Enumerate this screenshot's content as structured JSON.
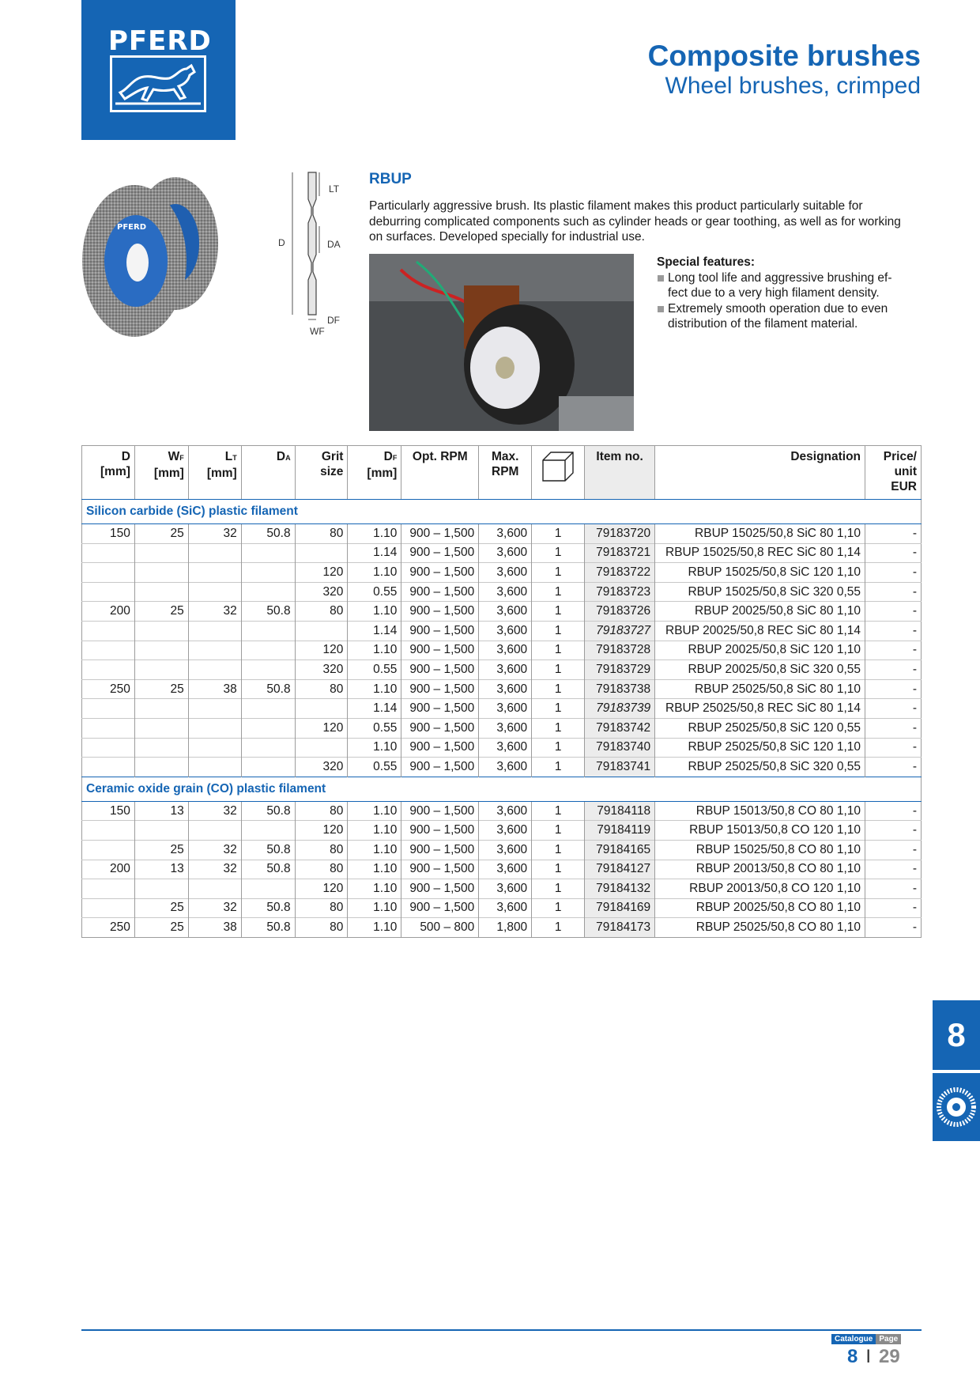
{
  "brand": {
    "logo_text": "PFERD"
  },
  "header": {
    "title": "Composite brushes",
    "subtitle": "Wheel brushes, crimped"
  },
  "diagram": {
    "labels": {
      "lt": "LT",
      "d": "D",
      "da": "DA",
      "df": "DF",
      "wf": "WF"
    }
  },
  "product": {
    "code": "RBUP",
    "description": "Particularly aggressive brush. Its plastic filament makes this product particularly suitable for deburring complicated components such as cylinder heads or gear toothing, as well as for working on surfaces. Developed specially for industrial use.",
    "features_title": "Special features:",
    "features": [
      "Long tool life and aggressive brushing ef-\nfect due to a very high filament density.",
      "Extremely smooth operation due to even\ndistribution of the filament material."
    ]
  },
  "table": {
    "headers": {
      "d": "D",
      "d_unit": "[mm]",
      "wf": "W",
      "wf_sub": "F",
      "wf_unit": "[mm]",
      "lt": "L",
      "lt_sub": "T",
      "lt_unit": "[mm]",
      "da": "D",
      "da_sub": "A",
      "grit": "Grit",
      "grit2": "size",
      "df": "D",
      "df_sub": "F",
      "df_unit": "[mm]",
      "opt_rpm": "Opt. RPM",
      "max": "Max.",
      "max2": "RPM",
      "item": "Item no.",
      "designation": "Designation",
      "price": "Price/",
      "price2": "unit",
      "price3": "EUR"
    },
    "sections": [
      {
        "title": "Silicon carbide (SiC) plastic filament",
        "rows": [
          {
            "d": "150",
            "wf": "25",
            "lt": "32",
            "da": "50.8",
            "grit": "80",
            "df": "1.10",
            "opt": "900 – 1,500",
            "max": "3,600",
            "pack": "1",
            "item": "79183720",
            "des": "RBUP 15025/50,8 SiC 80 1,10",
            "price": "-",
            "italic": false
          },
          {
            "d": "",
            "wf": "",
            "lt": "",
            "da": "",
            "grit": "",
            "df": "1.14",
            "opt": "900 – 1,500",
            "max": "3,600",
            "pack": "1",
            "item": "79183721",
            "des": "RBUP 15025/50,8 REC SiC 80 1,14",
            "price": "-",
            "italic": false
          },
          {
            "d": "",
            "wf": "",
            "lt": "",
            "da": "",
            "grit": "120",
            "df": "1.10",
            "opt": "900 – 1,500",
            "max": "3,600",
            "pack": "1",
            "item": "79183722",
            "des": "RBUP 15025/50,8 SiC 120 1,10",
            "price": "-",
            "italic": false
          },
          {
            "d": "",
            "wf": "",
            "lt": "",
            "da": "",
            "grit": "320",
            "df": "0.55",
            "opt": "900 – 1,500",
            "max": "3,600",
            "pack": "1",
            "item": "79183723",
            "des": "RBUP 15025/50,8 SiC 320 0,55",
            "price": "-",
            "italic": false
          },
          {
            "d": "200",
            "wf": "25",
            "lt": "32",
            "da": "50.8",
            "grit": "80",
            "df": "1.10",
            "opt": "900 – 1,500",
            "max": "3,600",
            "pack": "1",
            "item": "79183726",
            "des": "RBUP 20025/50,8 SiC 80 1,10",
            "price": "-",
            "italic": false
          },
          {
            "d": "",
            "wf": "",
            "lt": "",
            "da": "",
            "grit": "",
            "df": "1.14",
            "opt": "900 – 1,500",
            "max": "3,600",
            "pack": "1",
            "item": "79183727",
            "des": "RBUP 20025/50,8 REC SiC 80 1,14",
            "price": "-",
            "italic": true
          },
          {
            "d": "",
            "wf": "",
            "lt": "",
            "da": "",
            "grit": "120",
            "df": "1.10",
            "opt": "900 – 1,500",
            "max": "3,600",
            "pack": "1",
            "item": "79183728",
            "des": "RBUP 20025/50,8 SiC 120 1,10",
            "price": "-",
            "italic": false
          },
          {
            "d": "",
            "wf": "",
            "lt": "",
            "da": "",
            "grit": "320",
            "df": "0.55",
            "opt": "900 – 1,500",
            "max": "3,600",
            "pack": "1",
            "item": "79183729",
            "des": "RBUP 20025/50,8 SiC 320 0,55",
            "price": "-",
            "italic": false
          },
          {
            "d": "250",
            "wf": "25",
            "lt": "38",
            "da": "50.8",
            "grit": "80",
            "df": "1.10",
            "opt": "900 – 1,500",
            "max": "3,600",
            "pack": "1",
            "item": "79183738",
            "des": "RBUP 25025/50,8 SiC 80 1,10",
            "price": "-",
            "italic": false
          },
          {
            "d": "",
            "wf": "",
            "lt": "",
            "da": "",
            "grit": "",
            "df": "1.14",
            "opt": "900 – 1,500",
            "max": "3,600",
            "pack": "1",
            "item": "79183739",
            "des": "RBUP 25025/50,8 REC SiC 80 1,14",
            "price": "-",
            "italic": true
          },
          {
            "d": "",
            "wf": "",
            "lt": "",
            "da": "",
            "grit": "120",
            "df": "0.55",
            "opt": "900 – 1,500",
            "max": "3,600",
            "pack": "1",
            "item": "79183742",
            "des": "RBUP 25025/50,8 SiC 120 0,55",
            "price": "-",
            "italic": false
          },
          {
            "d": "",
            "wf": "",
            "lt": "",
            "da": "",
            "grit": "",
            "df": "1.10",
            "opt": "900 – 1,500",
            "max": "3,600",
            "pack": "1",
            "item": "79183740",
            "des": "RBUP 25025/50,8 SiC 120 1,10",
            "price": "-",
            "italic": false
          },
          {
            "d": "",
            "wf": "",
            "lt": "",
            "da": "",
            "grit": "320",
            "df": "0.55",
            "opt": "900 – 1,500",
            "max": "3,600",
            "pack": "1",
            "item": "79183741",
            "des": "RBUP 25025/50,8 SiC 320 0,55",
            "price": "-",
            "italic": false
          }
        ]
      },
      {
        "title": "Ceramic oxide grain (CO) plastic filament",
        "rows": [
          {
            "d": "150",
            "wf": "13",
            "lt": "32",
            "da": "50.8",
            "grit": "80",
            "df": "1.10",
            "opt": "900 – 1,500",
            "max": "3,600",
            "pack": "1",
            "item": "79184118",
            "des": "RBUP 15013/50,8 CO 80 1,10",
            "price": "-",
            "italic": false
          },
          {
            "d": "",
            "wf": "",
            "lt": "",
            "da": "",
            "grit": "120",
            "df": "1.10",
            "opt": "900 – 1,500",
            "max": "3,600",
            "pack": "1",
            "item": "79184119",
            "des": "RBUP 15013/50,8 CO 120 1,10",
            "price": "-",
            "italic": false
          },
          {
            "d": "",
            "wf": "25",
            "lt": "32",
            "da": "50.8",
            "grit": "80",
            "df": "1.10",
            "opt": "900 – 1,500",
            "max": "3,600",
            "pack": "1",
            "item": "79184165",
            "des": "RBUP 15025/50,8 CO 80 1,10",
            "price": "-",
            "italic": false
          },
          {
            "d": "200",
            "wf": "13",
            "lt": "32",
            "da": "50.8",
            "grit": "80",
            "df": "1.10",
            "opt": "900 – 1,500",
            "max": "3,600",
            "pack": "1",
            "item": "79184127",
            "des": "RBUP 20013/50,8 CO 80 1,10",
            "price": "-",
            "italic": false
          },
          {
            "d": "",
            "wf": "",
            "lt": "",
            "da": "",
            "grit": "120",
            "df": "1.10",
            "opt": "900 – 1,500",
            "max": "3,600",
            "pack": "1",
            "item": "79184132",
            "des": "RBUP 20013/50,8 CO 120 1,10",
            "price": "-",
            "italic": false
          },
          {
            "d": "",
            "wf": "25",
            "lt": "32",
            "da": "50.8",
            "grit": "80",
            "df": "1.10",
            "opt": "900 – 1,500",
            "max": "3,600",
            "pack": "1",
            "item": "79184169",
            "des": "RBUP 20025/50,8 CO 80 1,10",
            "price": "-",
            "italic": false
          },
          {
            "d": "250",
            "wf": "25",
            "lt": "38",
            "da": "50.8",
            "grit": "80",
            "df": "1.10",
            "opt": "500 – 800",
            "max": "1,800",
            "pack": "1",
            "item": "79184173",
            "des": "RBUP 25025/50,8 CO 80 1,10",
            "price": "-",
            "italic": false
          }
        ]
      }
    ]
  },
  "side_tab": {
    "number": "8"
  },
  "footer": {
    "catalogue_label": "Catalogue",
    "page_label": "Page",
    "catalogue_num": "8",
    "separator": "I",
    "page_num": "29"
  },
  "colors": {
    "brand_blue": "#1565b4"
  }
}
